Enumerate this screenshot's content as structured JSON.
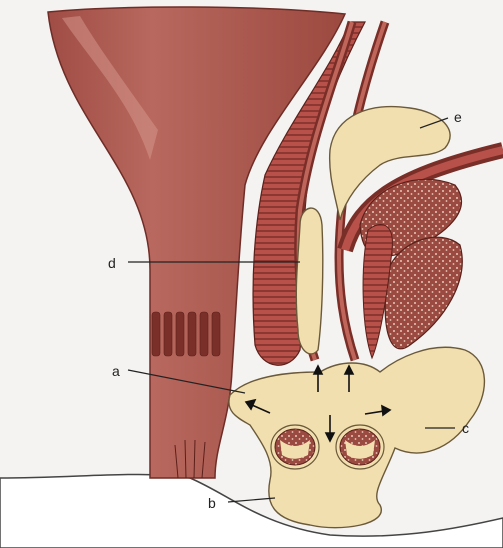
{
  "figure": {
    "labels": {
      "a": "a",
      "b": "b",
      "c": "c",
      "d": "d",
      "e": "e"
    },
    "colors": {
      "background": "#f4f3f1",
      "rectum": "#a7564c",
      "muscle": "#b04a40",
      "muscle_stripe": "#7a2e28",
      "fat": "#f2dfb0",
      "fat_outline": "#6b5a3a",
      "gland": "#8e3f36",
      "skin": "#ffffff"
    }
  }
}
